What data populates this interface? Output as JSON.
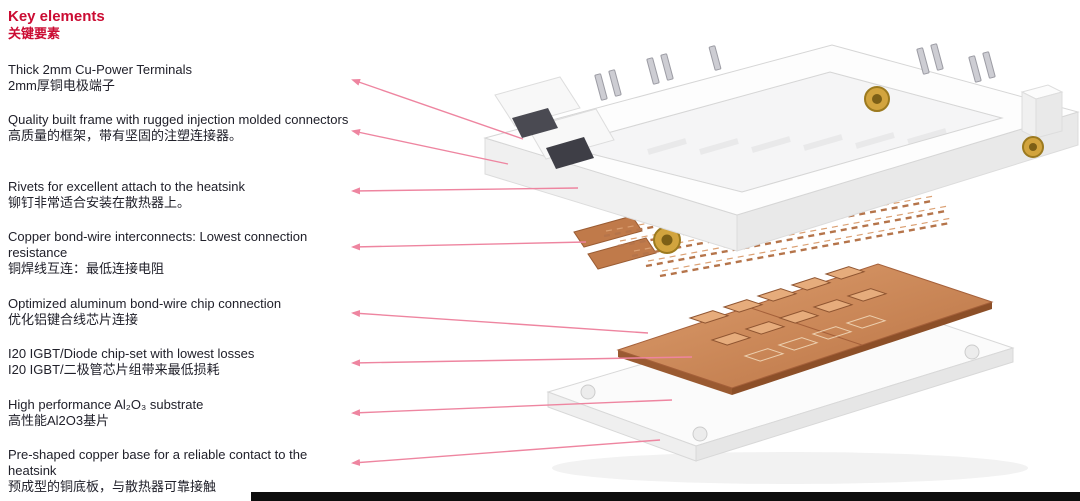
{
  "colors": {
    "accent_red": "#cb0c33",
    "arrow_pink": "#ee85a0",
    "body_text": "#20202a",
    "copper": "#c9875a",
    "rivet_gold": "#d2a43e"
  },
  "header": {
    "title_en": "Key elements",
    "title_zh": "关键要素"
  },
  "items": [
    {
      "en": "Thick 2mm Cu-Power Terminals",
      "zh": "2mm厚铜电极端子"
    },
    {
      "en": "Quality built frame with rugged injection molded connectors",
      "zh": "高质量的框架，带有坚固的注塑连接器。"
    },
    {
      "en": "Rivets for excellent attach to the heatsink",
      "zh": "铆钉非常适合安装在散热器上。"
    },
    {
      "en": "Copper bond-wire interconnects: Lowest connection resistance",
      "zh": "铜焊线互连：最低连接电阻"
    },
    {
      "en": "Optimized aluminum bond-wire chip connection",
      "zh": "优化铝键合线芯片连接"
    },
    {
      "en": "I20 IGBT/Diode chip-set with lowest losses",
      "zh": "I20 IGBT/二极管芯片组带来最低损耗"
    },
    {
      "en": "High performance Al₂O₃ substrate",
      "zh": "高性能Al2O3基片"
    },
    {
      "en": "Pre-shaped copper base for a reliable contact to the heatsink",
      "zh": "预成型的铜底板，与散热器可靠接触"
    }
  ]
}
